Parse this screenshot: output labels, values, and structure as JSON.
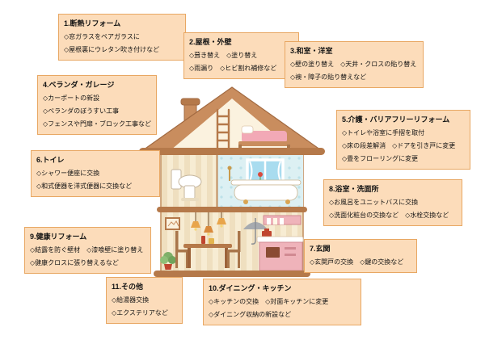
{
  "boxes": [
    {
      "id": 1,
      "title": "1.断熱リフォーム",
      "items": [
        "◇窓ガラスをペアガラスに",
        "◇屋根裏にウレタン吹き付けなど"
      ]
    },
    {
      "id": 2,
      "title": "2.屋根・外壁",
      "items": [
        "◇葺き替え　◇塗り替え",
        "◇雨漏り　◇ヒビ割れ補修など"
      ]
    },
    {
      "id": 3,
      "title": "3.和室・洋室",
      "items": [
        "◇壁の塗り替え　◇天井・クロスの貼り替え",
        "◇襖・障子の貼り替えなど"
      ]
    },
    {
      "id": 4,
      "title": "4.ベランダ・ガレージ",
      "items": [
        "◇カーポートの新設",
        "◇ベランダのぼうすい工事",
        "◇フェンスや門扉・ブロック工事など"
      ]
    },
    {
      "id": 5,
      "title": "5.介護・バリアフリーリフォーム",
      "items": [
        "◇トイレや浴室に手摺を取付",
        "◇床の段差解消　◇ドアを引き戸に変更",
        "◇畳をフローリングに変更"
      ]
    },
    {
      "id": 6,
      "title": "6.トイレ",
      "items": [
        "◇シャワー便座に交換",
        "◇和式便器を洋式便器に交換など"
      ]
    },
    {
      "id": 7,
      "title": "7.玄関",
      "items": [
        "◇玄関戸の交換　◇鍵の交換など"
      ]
    },
    {
      "id": 8,
      "title": "8.浴室・洗面所",
      "items": [
        "◇お風呂をユニットバスに交換",
        "◇洗面化粧台の交換など　◇水栓交換など"
      ]
    },
    {
      "id": 9,
      "title": "9.健康リフォーム",
      "items": [
        "◇結露を防ぐ壁材　◇漆喰壁に塗り替え",
        "◇健康クロスに張り替えるなど"
      ]
    },
    {
      "id": 10,
      "title": "10.ダイニング・キッチン",
      "items": [
        "◇キッチンの交換　◇対面キッチンに変更",
        "◇ダイニング収納の新設など"
      ]
    },
    {
      "id": 11,
      "title": "11.その他",
      "items": [
        "◇給湯器交換",
        "◇エクステリアなど"
      ]
    }
  ],
  "colors": {
    "box_background": "#FCDCBA",
    "box_border": "#E8A763",
    "text": "#141414",
    "roof_brown": "#C98D5E",
    "beam_brown": "#B5794A",
    "wall_cream": "#F7ECD3",
    "wall_stripe": "#EFDFBF",
    "bathroom_blue": "#DCF0F3",
    "bed_pink": "#F2A9B6",
    "kitchen_pink": "#EFB3BA"
  },
  "illustration": {
    "name": "house-cross-section",
    "parts": [
      "roof",
      "chimney",
      "attic-bed",
      "ladder",
      "toilet",
      "bathroom-window",
      "flower",
      "bathtub",
      "shower-faucet",
      "picture-frame",
      "potted-plant",
      "pendant-lights",
      "dining-table",
      "dining-chairs",
      "umbrella",
      "kitchen-shelf",
      "kitchen-counter",
      "cooking-pot",
      "house-base"
    ]
  }
}
